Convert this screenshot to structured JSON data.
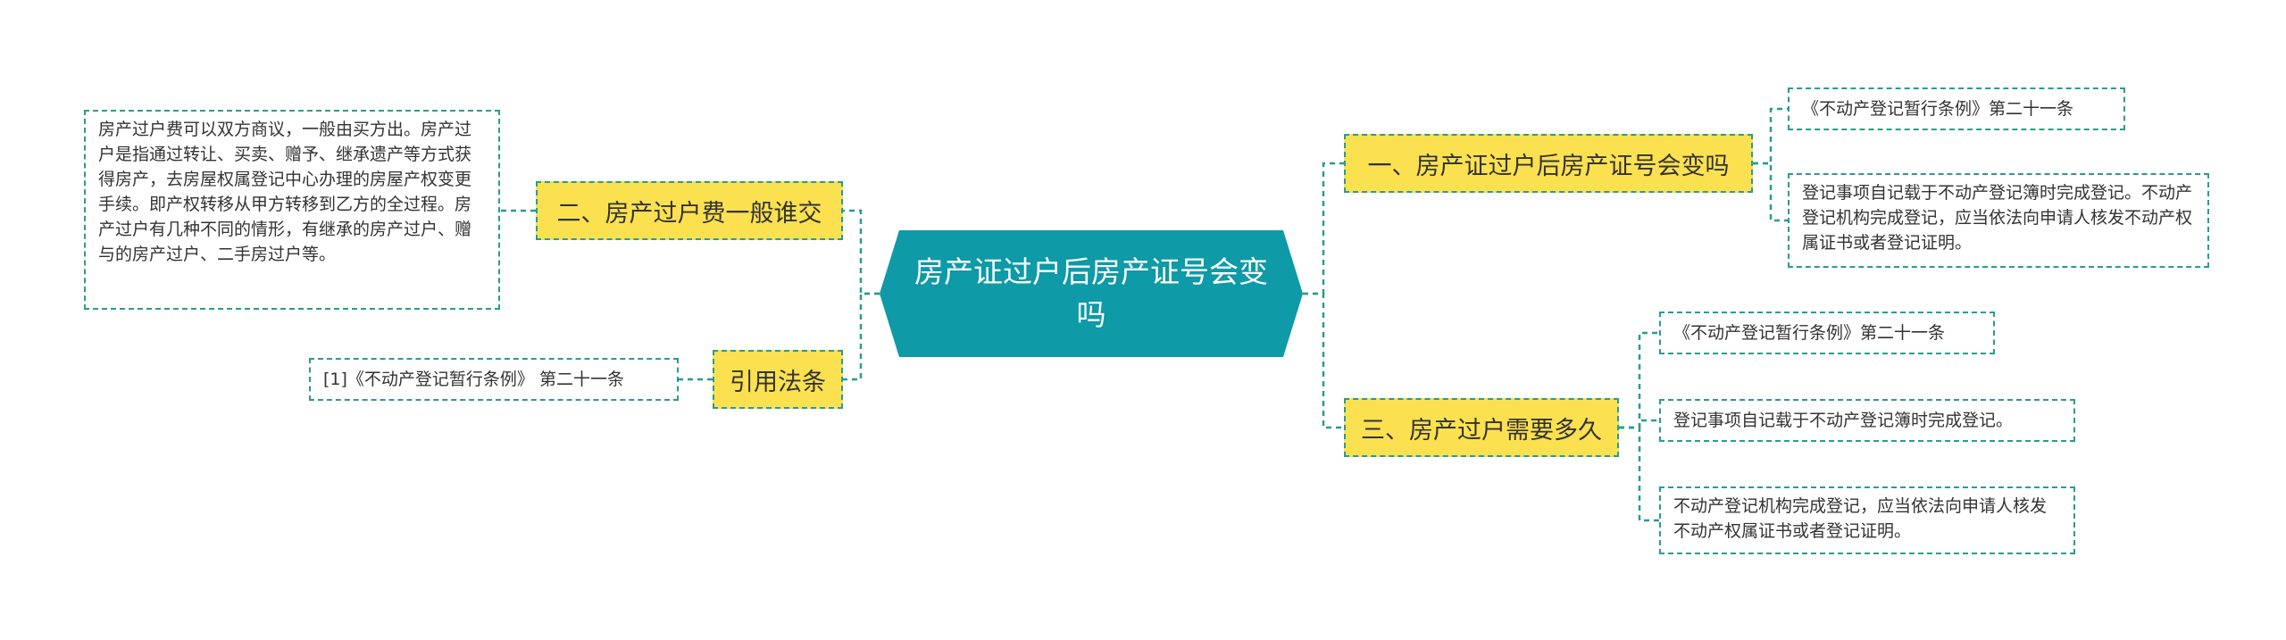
{
  "center": {
    "title": "房产证过户后房产证号会变吗"
  },
  "colors": {
    "center": "#0e9aa7",
    "branch": "#fbe150",
    "line": "#2a9c8e"
  },
  "branches": {
    "b1": {
      "label": "一、房产证过户后房产证号会变吗",
      "leaves": [
        "《不动产登记暂行条例》第二十一条",
        "登记事项自记载于不动产登记簿时完成登记。不动产登记机构完成登记，应当依法向申请人核发不动产权属证书或者登记证明。"
      ]
    },
    "b2": {
      "label": "二、房产过户费一般谁交",
      "leaves": [
        "房产过户费可以双方商议，一般由买方出。房产过户是指通过转让、买卖、赠予、继承遗产等方式获得房产，去房屋权属登记中心办理的房屋产权变更手续。即产权转移从甲方转移到乙方的全过程。房产过户有几种不同的情形，有继承的房产过户、赠与的房产过户、二手房过户等。"
      ]
    },
    "b3": {
      "label": "三、房产过户需要多久",
      "leaves": [
        "《不动产登记暂行条例》第二十一条",
        "登记事项自记载于不动产登记簿时完成登记。",
        "不动产登记机构完成登记，应当依法向申请人核发不动产权属证书或者登记证明。"
      ]
    },
    "b4": {
      "label": "引用法条",
      "leaves": [
        "[1]《不动产登记暂行条例》 第二十一条"
      ]
    }
  }
}
